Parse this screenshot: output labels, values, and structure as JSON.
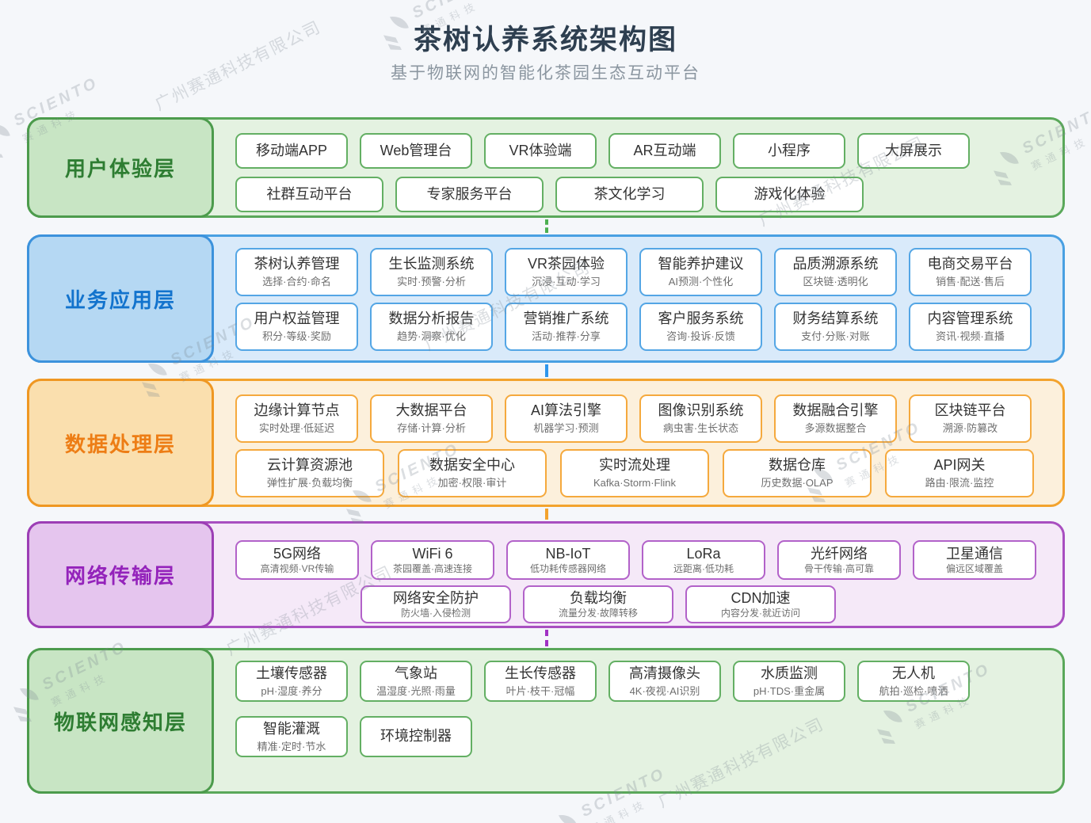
{
  "header": {
    "title": "茶树认养系统架构图",
    "subtitle": "基于物联网的智能化茶园生态互动平台"
  },
  "watermark": {
    "brand": "SCIENTO",
    "brand_cn": "赛通科技",
    "company": "广州赛通科技有限公司"
  },
  "layers": [
    {
      "id": "user-experience",
      "label": "用户体验层",
      "colors": {
        "border": "#5aa85a",
        "fill": "#e4f2e1",
        "label-fill": "#c8e5c4",
        "label-border": "#4c9b4c",
        "label-text": "#2e7d32",
        "chip-border": "#63af63",
        "connector": "#4caf50"
      },
      "rows": [
        {
          "items": [
            {
              "title": "移动端APP"
            },
            {
              "title": "Web管理台"
            },
            {
              "title": "VR体验端"
            },
            {
              "title": "AR互动端"
            },
            {
              "title": "小程序"
            },
            {
              "title": "大屏展示"
            }
          ]
        },
        {
          "items": [
            {
              "title": "社群互动平台"
            },
            {
              "title": "专家服务平台"
            },
            {
              "title": "茶文化学习"
            },
            {
              "title": "游戏化体验"
            }
          ]
        }
      ]
    },
    {
      "id": "business-application",
      "label": "业务应用层",
      "colors": {
        "border": "#49a0e2",
        "fill": "#d9eafa",
        "label-fill": "#b5d8f3",
        "label-border": "#3c92dc",
        "label-text": "#1273cd",
        "chip-border": "#54a6e5",
        "connector": "#2f96ec"
      },
      "rows": [
        {
          "items": [
            {
              "title": "茶树认养管理",
              "sub": "选择·合约·命名"
            },
            {
              "title": "生长监测系统",
              "sub": "实时·预警·分析"
            },
            {
              "title": "VR茶园体验",
              "sub": "沉浸·互动·学习"
            },
            {
              "title": "智能养护建议",
              "sub": "AI预测·个性化"
            },
            {
              "title": "品质溯源系统",
              "sub": "区块链·透明化"
            },
            {
              "title": "电商交易平台",
              "sub": "销售·配送·售后"
            }
          ]
        },
        {
          "items": [
            {
              "title": "用户权益管理",
              "sub": "积分·等级·奖励"
            },
            {
              "title": "数据分析报告",
              "sub": "趋势·洞察·优化"
            },
            {
              "title": "营销推广系统",
              "sub": "活动·推荐·分享"
            },
            {
              "title": "客户服务系统",
              "sub": "咨询·投诉·反馈"
            },
            {
              "title": "财务结算系统",
              "sub": "支付·分账·对账"
            },
            {
              "title": "内容管理系统",
              "sub": "资讯·视频·直播"
            }
          ]
        }
      ]
    },
    {
      "id": "data-processing",
      "label": "数据处理层",
      "colors": {
        "border": "#f3a32d",
        "fill": "#fcf0dc",
        "label-fill": "#fadfae",
        "label-border": "#ef9722",
        "label-text": "#ed7d15",
        "chip-border": "#f5a93d",
        "connector": "#f3a32d"
      },
      "rows": [
        {
          "items": [
            {
              "title": "边缘计算节点",
              "sub": "实时处理·低延迟"
            },
            {
              "title": "大数据平台",
              "sub": "存储·计算·分析"
            },
            {
              "title": "AI算法引擎",
              "sub": "机器学习·预测"
            },
            {
              "title": "图像识别系统",
              "sub": "病虫害·生长状态"
            },
            {
              "title": "数据融合引擎",
              "sub": "多源数据整合"
            },
            {
              "title": "区块链平台",
              "sub": "溯源·防篡改"
            }
          ]
        },
        {
          "items": [
            {
              "title": "云计算资源池",
              "sub": "弹性扩展·负载均衡"
            },
            {
              "title": "数据安全中心",
              "sub": "加密·权限·审计"
            },
            {
              "title": "实时流处理",
              "sub": "Kafka·Storm·Flink"
            },
            {
              "title": "数据仓库",
              "sub": "历史数据·OLAP"
            },
            {
              "title": "API网关",
              "sub": "路由·限流·监控"
            }
          ]
        }
      ]
    },
    {
      "id": "network-transport",
      "label": "网络传输层",
      "colors": {
        "border": "#a84fc0",
        "fill": "#f5e9f8",
        "label-fill": "#e5c5ee",
        "label-border": "#9c3eb5",
        "label-text": "#9423bb",
        "chip-border": "#b262c9",
        "connector": "#a132c4"
      },
      "rows": [
        {
          "items": [
            {
              "title": "5G网络",
              "sub": "高清视频·VR传输"
            },
            {
              "title": "WiFi 6",
              "sub": "茶园覆盖·高速连接"
            },
            {
              "title": "NB-IoT",
              "sub": "低功耗传感器网络"
            },
            {
              "title": "LoRa",
              "sub": "远距离·低功耗"
            },
            {
              "title": "光纤网络",
              "sub": "骨干传输·高可靠"
            },
            {
              "title": "卫星通信",
              "sub": "偏远区域覆盖"
            }
          ]
        },
        {
          "indent": true,
          "items": [
            {
              "title": "网络安全防护",
              "sub": "防火墙·入侵检测"
            },
            {
              "title": "负载均衡",
              "sub": "流量分发·故障转移"
            },
            {
              "title": "CDN加速",
              "sub": "内容分发·就近访问"
            }
          ]
        }
      ]
    },
    {
      "id": "iot-sensing",
      "label": "物联网感知层",
      "colors": {
        "border": "#5aa85a",
        "fill": "#e4f2e1",
        "label-fill": "#c8e5c4",
        "label-border": "#4c9b4c",
        "label-text": "#2e7d32",
        "chip-border": "#63af63",
        "connector": "#4caf50"
      },
      "rows": [
        {
          "items": [
            {
              "title": "土壤传感器",
              "sub": "pH·湿度·养分"
            },
            {
              "title": "气象站",
              "sub": "温湿度·光照·雨量"
            },
            {
              "title": "生长传感器",
              "sub": "叶片·枝干·冠幅"
            },
            {
              "title": "高清摄像头",
              "sub": "4K·夜视·AI识别"
            },
            {
              "title": "水质监测",
              "sub": "pH·TDS·重金属"
            },
            {
              "title": "无人机",
              "sub": "航拍·巡检·喷洒"
            }
          ]
        },
        {
          "items": [
            {
              "title": "智能灌溉",
              "sub": "精准·定时·节水"
            },
            {
              "title": "环境控制器"
            }
          ]
        }
      ]
    }
  ]
}
